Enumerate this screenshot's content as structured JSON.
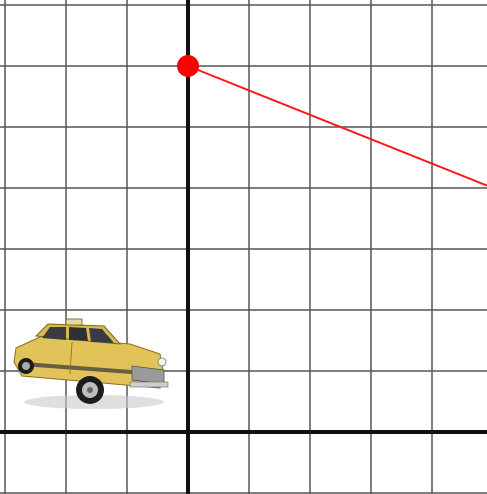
{
  "graph": {
    "grid": true,
    "colors": {
      "background": "#ffffff",
      "grid_line": "#555555",
      "axis": "#111111",
      "point": "#ff0000",
      "ray": "#ff1a1a"
    },
    "point": {
      "x": 0,
      "y": 6
    },
    "ray_through": {
      "x": 5,
      "y": 4
    },
    "vehicle": {
      "kind": "taxi-cab",
      "color": "#e6c862"
    }
  }
}
